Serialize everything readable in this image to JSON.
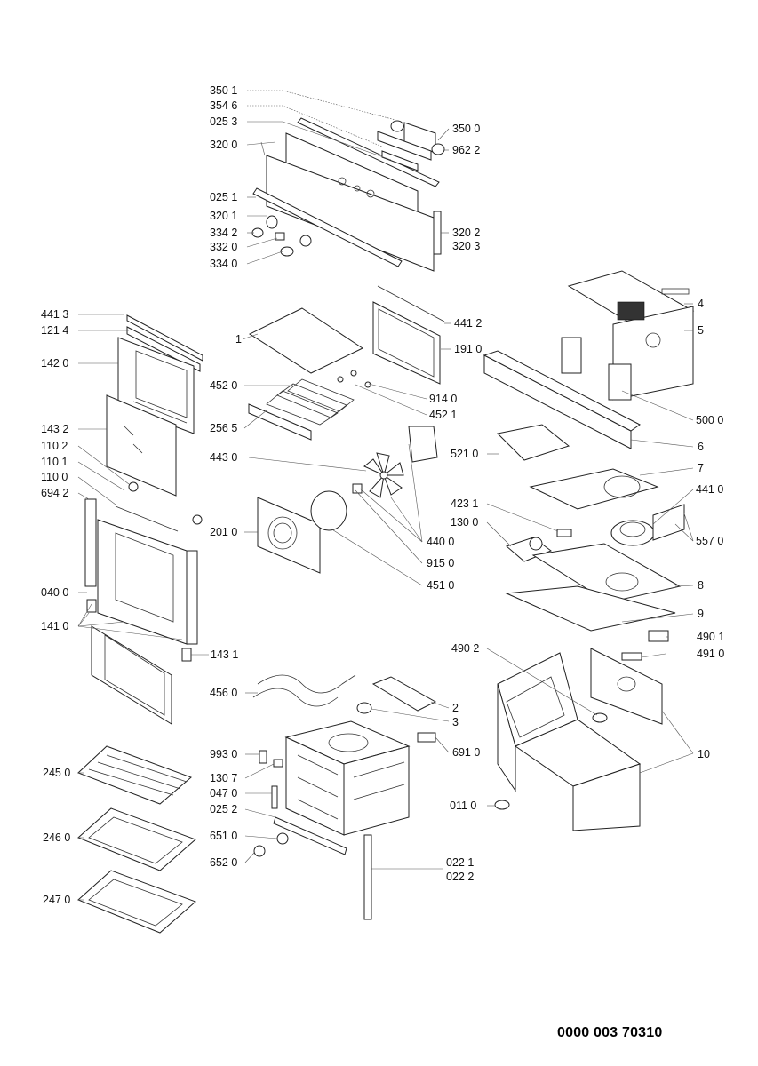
{
  "labels": {
    "p3501": "350 1",
    "p3546": "354 6",
    "p0253": "025 3",
    "p3200": "320 0",
    "p3500": "350 0",
    "p9622": "962 2",
    "p0251": "025 1",
    "p3201": "320 1",
    "p3342": "334 2",
    "p3320": "332 0",
    "p3340": "334 0",
    "p3202": "320 2",
    "p3203": "320 3",
    "p4413": "441 3",
    "p1214": "121 4",
    "p1420": "142 0",
    "p1432": "143 2",
    "p1102": "110 2",
    "p1101": "110 1",
    "p1100": "110 0",
    "p6942": "694 2",
    "p0400": "040 0",
    "p1410": "141 0",
    "p1431": "143 1",
    "p2450": "245 0",
    "p2460": "246 0",
    "p2470": "247 0",
    "p1": "1",
    "p4520": "452 0",
    "p2565": "256 5",
    "p4430": "443 0",
    "p2010": "201 0",
    "p4412": "441 2",
    "p1910": "191 0",
    "p9140": "914 0",
    "p4521": "452 1",
    "p4400": "440 0",
    "p9150": "915 0",
    "p4510": "451 0",
    "p4": "4",
    "p5": "5",
    "p5000": "500 0",
    "p6": "6",
    "p5210": "521 0",
    "p7": "7",
    "p4410": "441 0",
    "p4231": "423 1",
    "p1300": "130 0",
    "p5570": "557 0",
    "p8": "8",
    "p9": "9",
    "p4901": "490 1",
    "p4902": "490 2",
    "p4910": "491 0",
    "p4560": "456 0",
    "p2": "2",
    "p3": "3",
    "p6910": "691 0",
    "p9930": "993 0",
    "p1307": "130 7",
    "p0470": "047 0",
    "p0252": "025 2",
    "p6510": "651 0",
    "p6520": "652 0",
    "p0221": "022 1",
    "p0222": "022 2",
    "p10": "10",
    "p0110": "011 0"
  },
  "document_code": "0000 003 70310"
}
